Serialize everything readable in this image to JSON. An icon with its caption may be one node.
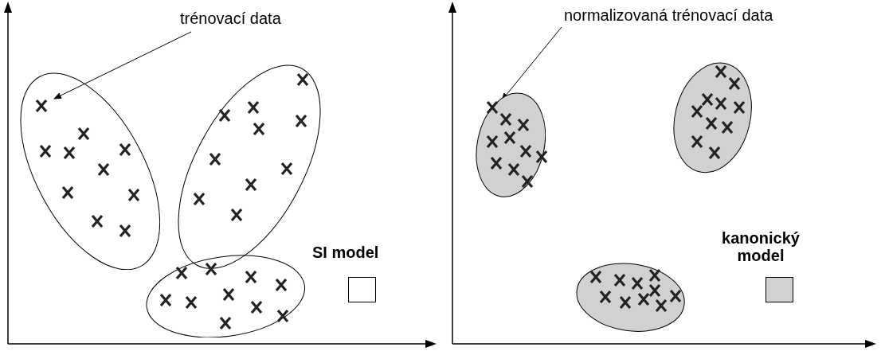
{
  "diagram": {
    "nodes": [
      {
        "text": [
          "trénovací data"
        ]
      },
      {
        "text": [],
        "shape": "ellipse"
      },
      {
        "text": [],
        "shape": "ellipse"
      },
      {
        "text": [],
        "shape": "ellipse"
      },
      {
        "text": [
          "SI model"
        ]
      },
      {
        "text": [
          "normalizovaná trénovací data"
        ]
      },
      {
        "text": [],
        "shape": "ellipse"
      },
      {
        "text": [],
        "shape": "ellipse"
      },
      {
        "text": [],
        "shape": "ellipse"
      },
      {
        "text": [
          "kanonický model"
        ]
      }
    ],
    "edges": [
      {
        "from": 0,
        "to": 1,
        "arrow": "to"
      },
      {
        "from": 5,
        "to": 6,
        "arrow": "to"
      }
    ]
  }
}
